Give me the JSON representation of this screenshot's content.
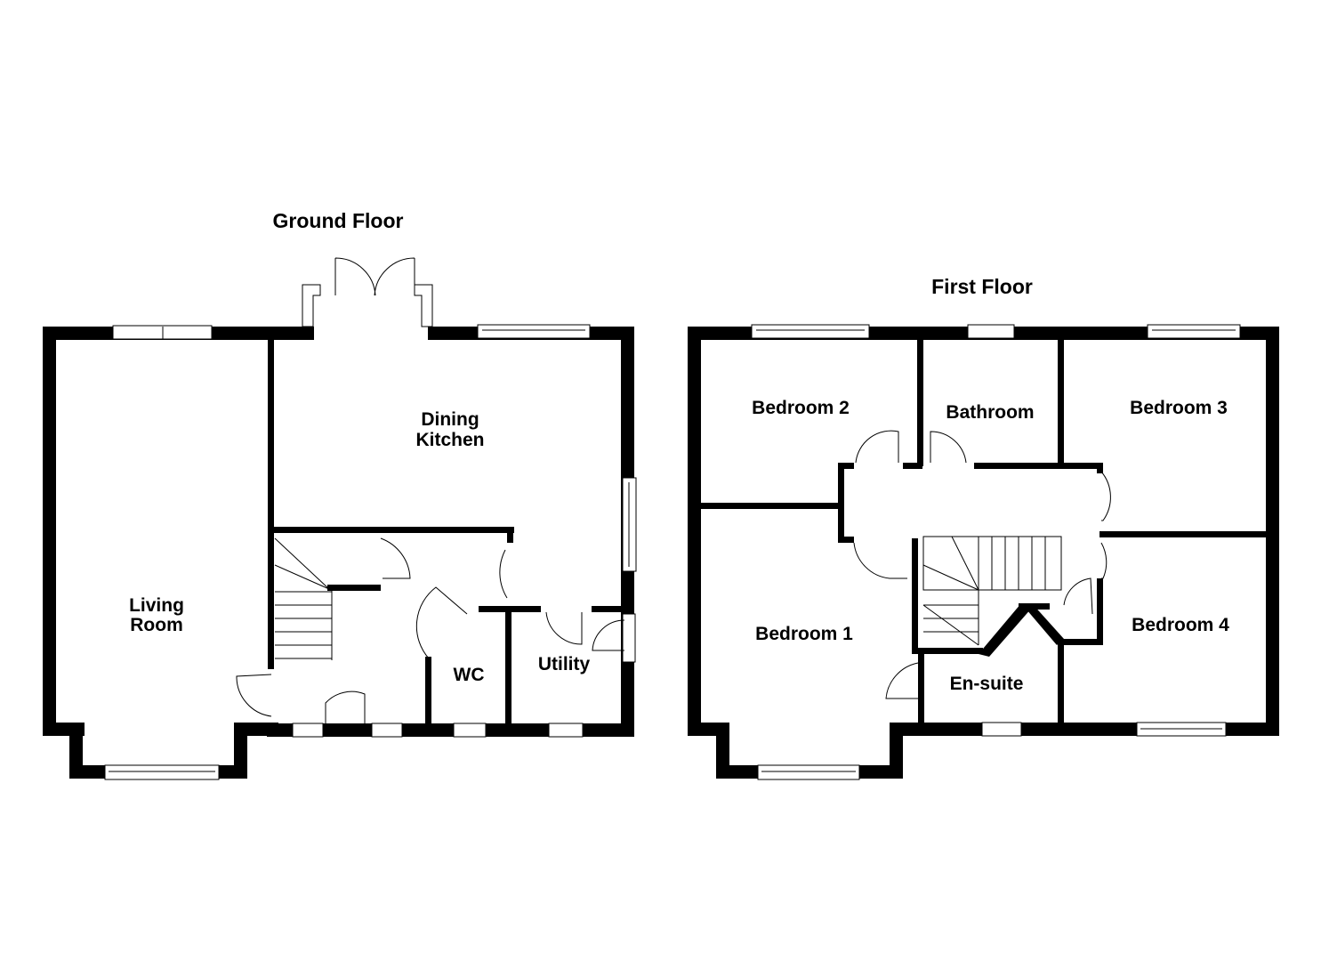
{
  "floors": {
    "ground": {
      "title": "Ground Floor",
      "rooms": {
        "living_room": [
          "Living",
          "Room"
        ],
        "dining_kitchen": [
          "Dining",
          "Kitchen"
        ],
        "wc": "WC",
        "utility": "Utility"
      }
    },
    "first": {
      "title": "First Floor",
      "rooms": {
        "bedroom_1": "Bedroom 1",
        "bedroom_2": "Bedroom 2",
        "bedroom_3": "Bedroom 3",
        "bedroom_4": "Bedroom 4",
        "bathroom": "Bathroom",
        "en_suite": "En-suite"
      }
    }
  },
  "colors": {
    "wall": "#000000",
    "background": "#ffffff"
  }
}
